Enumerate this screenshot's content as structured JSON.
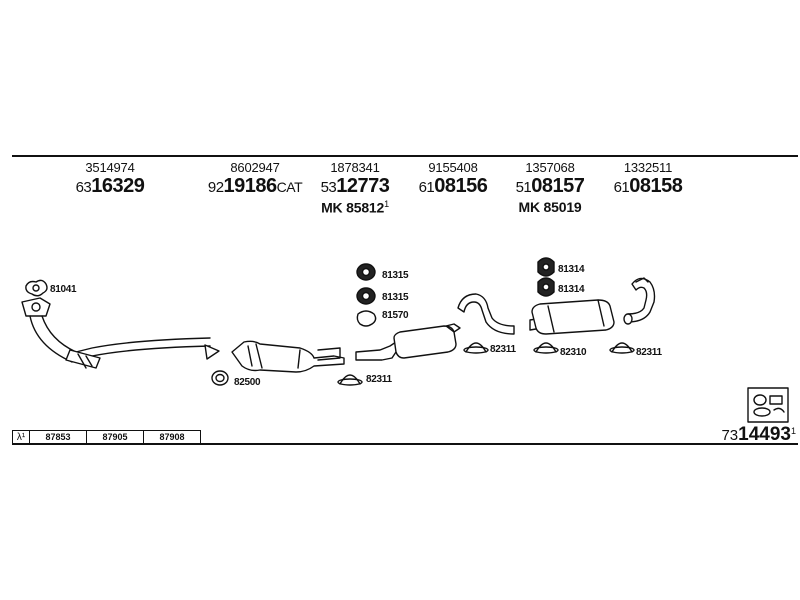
{
  "top_parts": [
    {
      "small": "3514974",
      "prefix": "63",
      "main": "16329",
      "suffix": ""
    },
    {
      "small": "8602947",
      "prefix": "92",
      "main": "19186",
      "suffix": "CAT"
    },
    {
      "small": "1878341",
      "prefix": "53",
      "main": "12773",
      "suffix": "",
      "mk": "MK  85812",
      "mk_sup": "1"
    },
    {
      "small": "9155408",
      "prefix": "61",
      "main": "08156",
      "suffix": ""
    },
    {
      "small": "1357068",
      "prefix": "51",
      "main": "08157",
      "suffix": "",
      "mk": "MK  85019",
      "mk_sup": ""
    },
    {
      "small": "1332511",
      "prefix": "61",
      "main": "08158",
      "suffix": ""
    }
  ],
  "labels": {
    "l81041": "81041",
    "l82500": "82500",
    "l82311a": "82311",
    "l81315a": "81315",
    "l81315b": "81315",
    "l81570": "81570",
    "l82311b": "82311",
    "l81314a": "81314",
    "l81314b": "81314",
    "l82310": "82310",
    "l82311c": "82311"
  },
  "code_table": {
    "lambda": "λ¹",
    "cells": [
      "87853",
      "87905",
      "87908"
    ]
  },
  "footer": {
    "prefix": "73",
    "main": "14493",
    "sup": "1"
  }
}
